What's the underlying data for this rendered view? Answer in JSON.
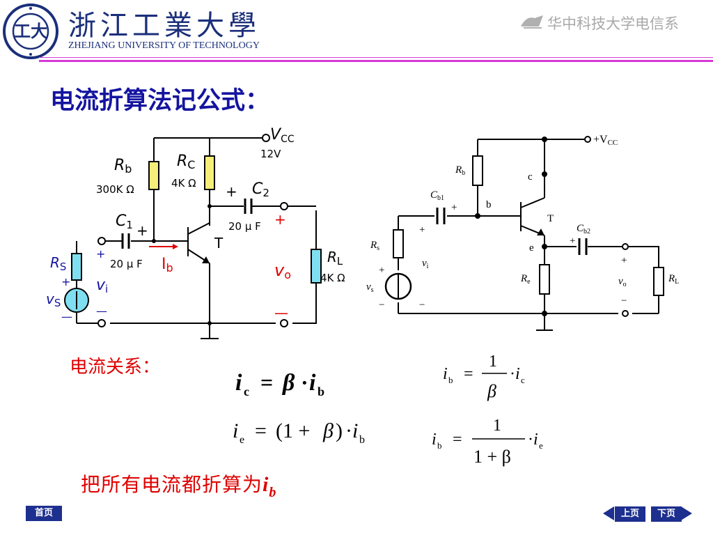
{
  "header": {
    "logo_name": "zjut-seal-logo",
    "title": "浙江工業大學",
    "subtitle": "ZHEJIANG UNIVERSITY OF TECHNOLOGY",
    "brand_text": "华中科技大学电信系"
  },
  "slide": {
    "title": "电流折算法记公式：",
    "relation_label": "电流关系：",
    "conclusion_prefix": "把所有电流都折算为",
    "conclusion_symbol": "i",
    "conclusion_sub": "b"
  },
  "circuit_left": {
    "vcc": "V",
    "vcc_sub": "CC",
    "vcc_value": "12V",
    "rb": "R",
    "rb_sub": "b",
    "rb_value": "300K Ω",
    "rc": "R",
    "rc_sub": "C",
    "rc_value": "4K Ω",
    "c1": "C",
    "c1_sub": "1",
    "c1_value": "20 μ F",
    "c2": "C",
    "c2_sub": "2",
    "c2_value": "20 μ F",
    "ib": "I",
    "ib_sub": "b",
    "transistor": "T",
    "rs": "R",
    "rs_sub": "S",
    "vs": "v",
    "vs_sub": "S",
    "vi": "v",
    "vi_sub": "i",
    "vo": "v",
    "vo_sub": "o",
    "rl": "R",
    "rl_sub": "L",
    "rl_value": "4K Ω",
    "plus": "+",
    "minus": "—"
  },
  "circuit_right": {
    "vcc": "+V",
    "vcc_sub": "CC",
    "rb": "R",
    "rb_sub": "b",
    "cb1": "C",
    "cb1_sub": "b1",
    "cb2": "C",
    "cb2_sub": "b2",
    "node_b": "b",
    "node_c": "c",
    "node_e": "e",
    "transistor": "T",
    "rs": "R",
    "rs_sub": "s",
    "vs": "v",
    "vs_sub": "s",
    "vi": "v",
    "vi_sub": "i",
    "re": "R",
    "re_sub": "e",
    "vo": "v",
    "vo_sub": "o",
    "rl": "R",
    "rl_sub": "L",
    "plus": "+",
    "minus": "−"
  },
  "formulas": {
    "f1": {
      "i": "i",
      "c": "c",
      "eq": "=",
      "beta": "β",
      "dot": "·",
      "b": "b"
    },
    "f2": {
      "i": "i",
      "e": "e",
      "eq": "=",
      "expr": "(1 + ",
      "beta": "β",
      "close": ")",
      "dot": "·",
      "b": "b"
    },
    "f3": {
      "i": "i",
      "b": "b",
      "eq": "=",
      "num": "1",
      "den": "β",
      "dot": "·",
      "c": "c"
    },
    "f4": {
      "i": "i",
      "b": "b",
      "eq": "=",
      "num": "1",
      "den": "1 + β",
      "dot": "·",
      "e": "e"
    }
  },
  "nav": {
    "home": "首页",
    "prev": "上页",
    "next": "下页"
  },
  "colors": {
    "navy": "#1b2f7a",
    "title_blue": "#1414a0",
    "red": "#e00000",
    "resistor_yellow": "#f6ee7a",
    "resistor_cyan": "#7fdff0",
    "rule_magenta": "#d63ad6",
    "nav_blue": "#1d2f8f"
  }
}
